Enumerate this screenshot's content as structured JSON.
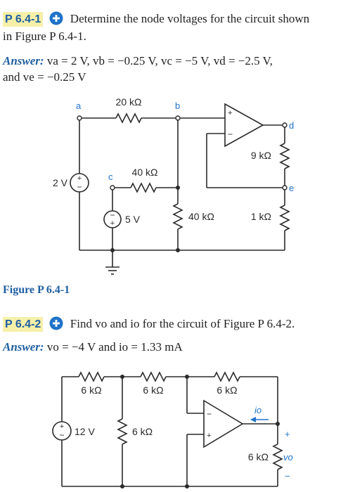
{
  "problem1": {
    "number": "P 6.4-1",
    "text": "Determine the node voltages for the circuit shown",
    "text2": "in Figure P 6.4-1.",
    "answer_label": "Answer:",
    "answer_line1": "va = 2 V, vb = −0.25 V, vc = −5 V, vd = −2.5 V,",
    "answer_line2": "and ve = −0.25 V"
  },
  "figure1": {
    "caption": "Figure P 6.4-1",
    "node_a": "a",
    "node_b": "b",
    "node_c": "c",
    "node_d": "d",
    "node_e": "e",
    "r_ab": "20 kΩ",
    "r_c": "40 kΩ",
    "r_b": "40 kΩ",
    "r_de": "9 kΩ",
    "r_e": "1 kΩ",
    "src_a": "2 V",
    "src_c": "5 V"
  },
  "problem2": {
    "number": "P 6.4-2",
    "text": "Find vo and io for the circuit of Figure P 6.4-2.",
    "answer_label": "Answer:",
    "answer_line": "vo = −4 V and io = 1.33 mA"
  },
  "figure2": {
    "r1": "6 kΩ",
    "r2": "6 kΩ",
    "r3": "6 kΩ",
    "r4": "6 kΩ",
    "r5": "6 kΩ",
    "src": "12 V",
    "io": "io",
    "vo": "vo"
  },
  "colors": {
    "accent": "#1f5fa3",
    "highlight": "#f6f0a8",
    "wire": "#2a2a2a"
  }
}
